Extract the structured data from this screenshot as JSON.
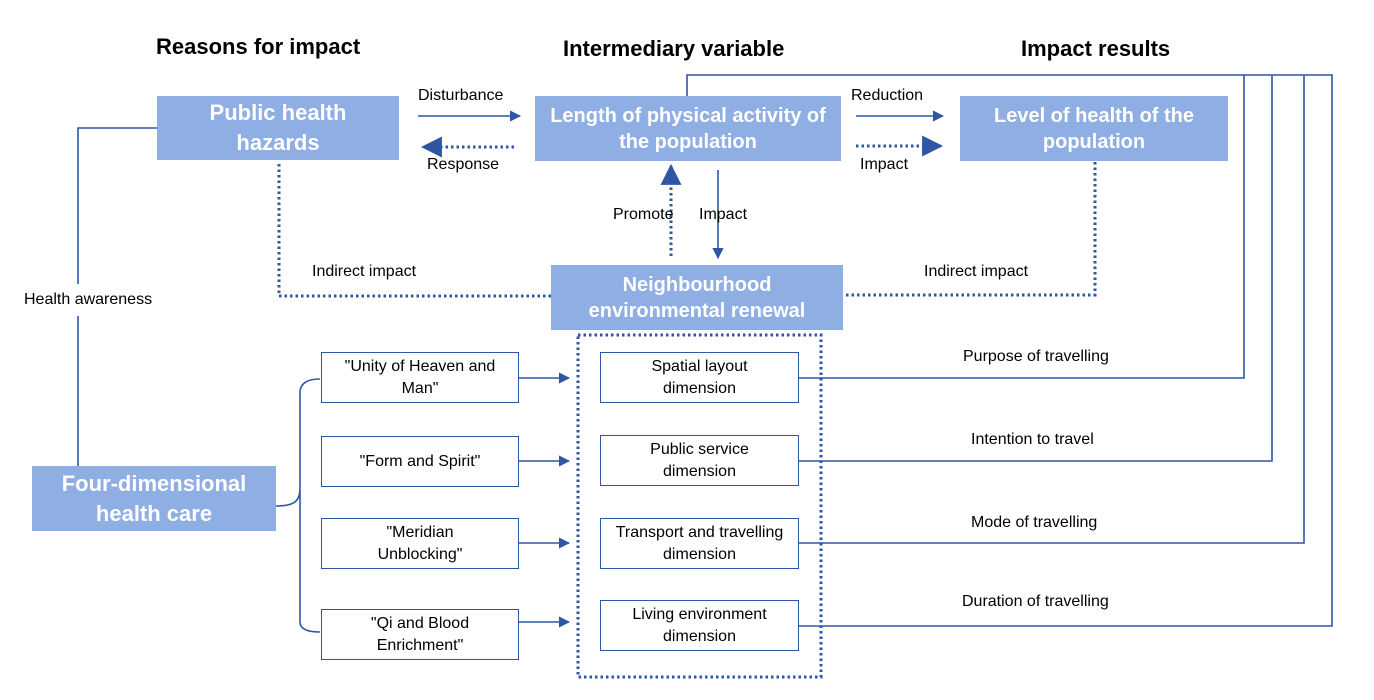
{
  "headers": {
    "reasons": "Reasons for impact",
    "intermediary": "Intermediary variable",
    "results": "Impact results"
  },
  "nodes": {
    "public_health_hazards": "Public health hazards",
    "physical_activity": "Length of physical activity of the population",
    "level_of_health": "Level of health of the population",
    "neighbourhood_renewal": "Neighbourhood environmental renewal",
    "four_dimensional": "Four-dimensional health care",
    "unity": "\"Unity of Heaven and Man\"",
    "form_spirit": "\"Form and Spirit\"",
    "meridian": "\"Meridian Unblocking\"",
    "qi_blood": "\"Qi and Blood Enrichment\"",
    "spatial_layout": "Spatial layout dimension",
    "public_service": "Public service dimension",
    "transport": "Transport and travelling dimension",
    "living_env": "Living environment dimension"
  },
  "edge_labels": {
    "disturbance": "Disturbance",
    "response": "Response",
    "reduction": "Reduction",
    "impact_right": "Impact",
    "promote": "Promote",
    "impact_down": "Impact",
    "indirect_left": "Indirect impact",
    "indirect_right": "Indirect impact",
    "health_awareness": "Health awareness",
    "purpose": "Purpose of travelling",
    "intention": "Intention to travel",
    "mode": "Mode of travelling",
    "duration": "Duration of travelling"
  },
  "colors": {
    "box_fill": "#8eaee4",
    "line": "#2f56a5",
    "text": "#000000"
  }
}
